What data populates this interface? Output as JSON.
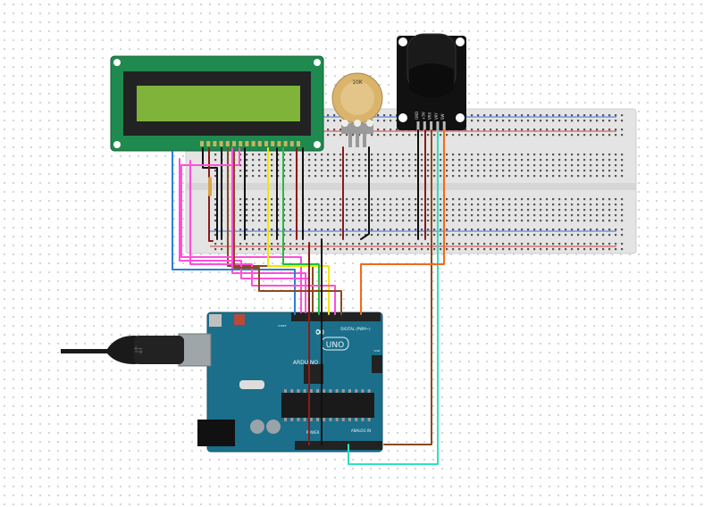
{
  "potentiometer": {
    "label": "10K"
  },
  "joystick": {
    "pins": [
      "GND",
      "+5V",
      "VRX",
      "VRY",
      "SW"
    ]
  },
  "arduino": {
    "brand": "ARDUINO",
    "model": "UNO",
    "digital_header": "DIGITAL (PWM~)",
    "analog_header": "ANALOG IN",
    "power_header": "POWER",
    "ioref_label": "IOREF",
    "icsp_label": "ICSP"
  },
  "colors": {
    "lcd_board": "#1e8a4f",
    "lcd_screen": "#7fb33a",
    "arduino_board": "#1b6f8a",
    "breadboard": "#e6e6e6",
    "wire_red": "#8b1a1a",
    "wire_black": "#111111",
    "wire_yellow": "#f2e600",
    "wire_green": "#1fbf3a",
    "wire_brown": "#8a4a1e",
    "wire_blue": "#2a7fd4",
    "wire_pink": "#ff4fd8",
    "wire_orange": "#f26a1b",
    "wire_cyan": "#2fe0c0"
  }
}
